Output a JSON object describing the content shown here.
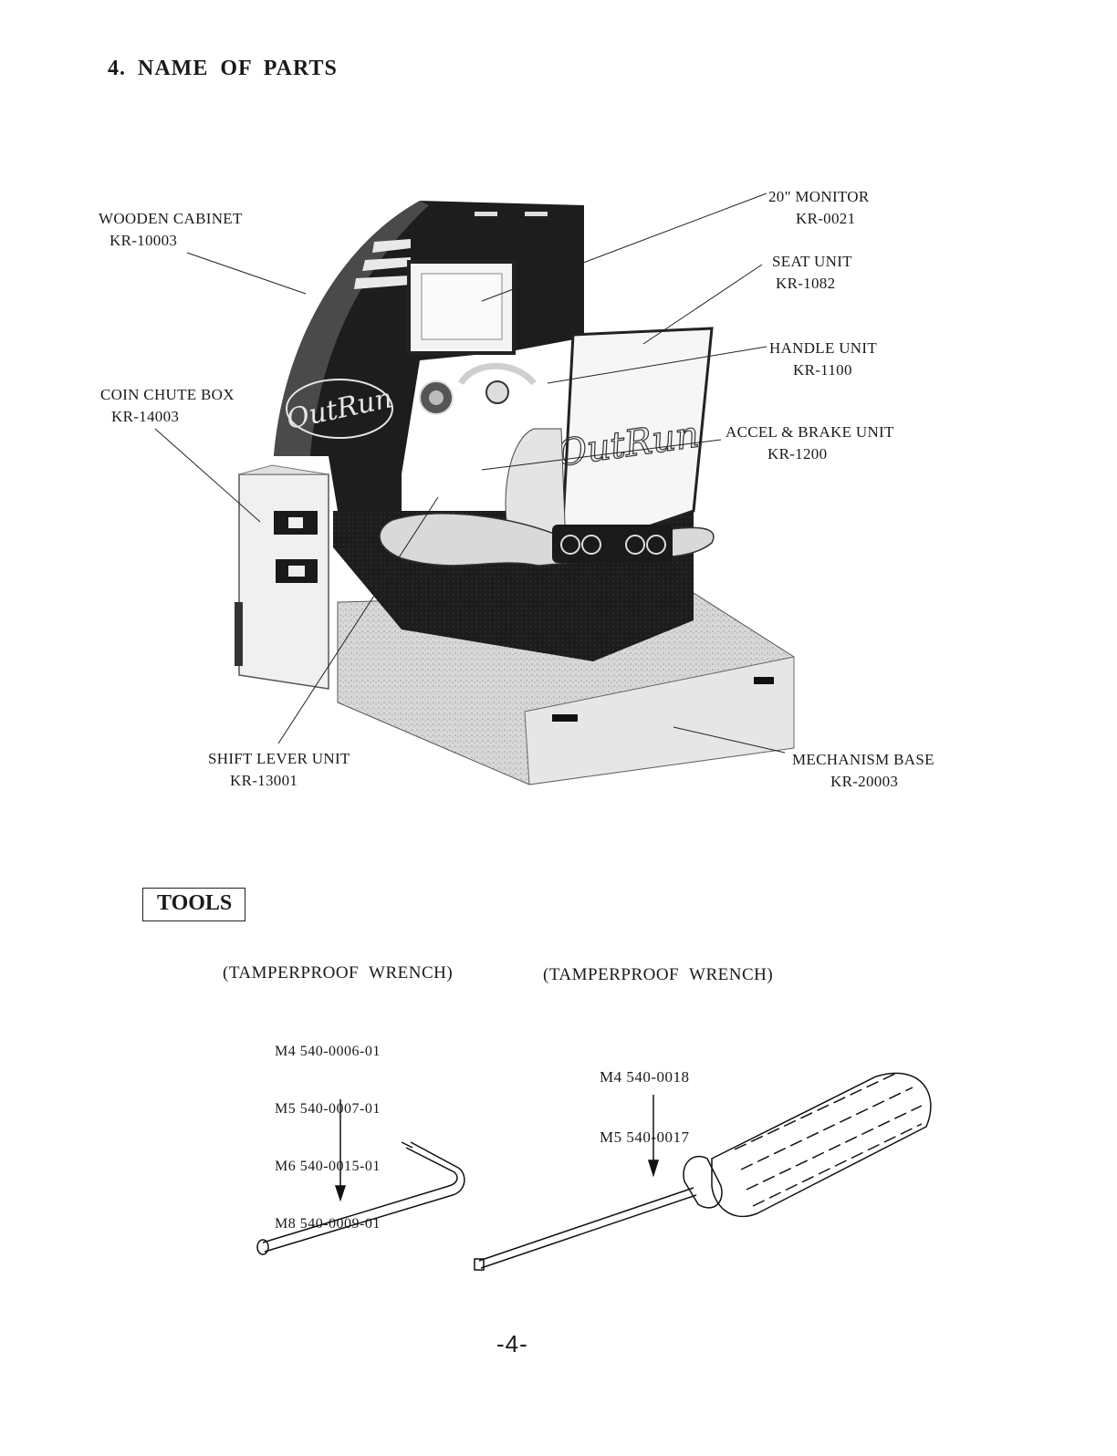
{
  "heading": "4. NAME OF PARTS",
  "parts": [
    {
      "name": "WOODEN CABINET",
      "code": "KR-10003"
    },
    {
      "name": "COIN CHUTE BOX",
      "code": "KR-14003"
    },
    {
      "name": "20\" MONITOR",
      "code": "KR-0021"
    },
    {
      "name": "SEAT UNIT",
      "code": "KR-1082"
    },
    {
      "name": "HANDLE UNIT",
      "code": "KR-1100"
    },
    {
      "name": "ACCEL & BRAKE UNIT",
      "code": "KR-1200"
    },
    {
      "name": "SHIFT LEVER UNIT",
      "code": "KR-13001"
    },
    {
      "name": "MECHANISM BASE",
      "code": "KR-20003"
    }
  ],
  "cabinet_logo_text": "OutRun",
  "tools": {
    "title": "TOOLS",
    "wrench_left": {
      "title": "(TAMPERPROOF WRENCH)",
      "items": [
        "M4 540-0006-01",
        "M5 540-0007-01",
        "M6 540-0015-01",
        "M8 540-0009-01"
      ]
    },
    "wrench_right": {
      "title": "(TAMPERPROOF WRENCH)",
      "items": [
        "M4 540-0018",
        "M5 540-0017"
      ]
    }
  },
  "page_number": "-4-"
}
